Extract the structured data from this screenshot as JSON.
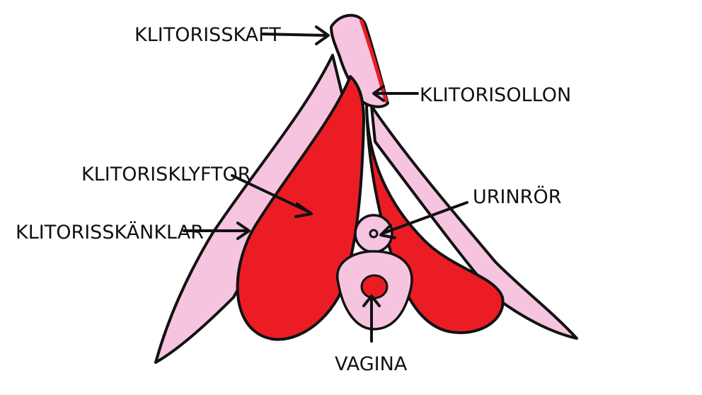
{
  "diagram": {
    "labels": {
      "shaft": "KLITORISSKAFT",
      "glans": "KLITORISOLLON",
      "bulbs": "KLITORISKLYFTOR",
      "crura": "KLITORISSKÄNKLAR",
      "urethra": "URINRÖR",
      "vagina": "VAGINA"
    },
    "colors": {
      "outline": "#111111",
      "pink": "#f6c4df",
      "red": "#ec1c24",
      "dark_red": "#b3121b",
      "background": "#ffffff"
    }
  }
}
